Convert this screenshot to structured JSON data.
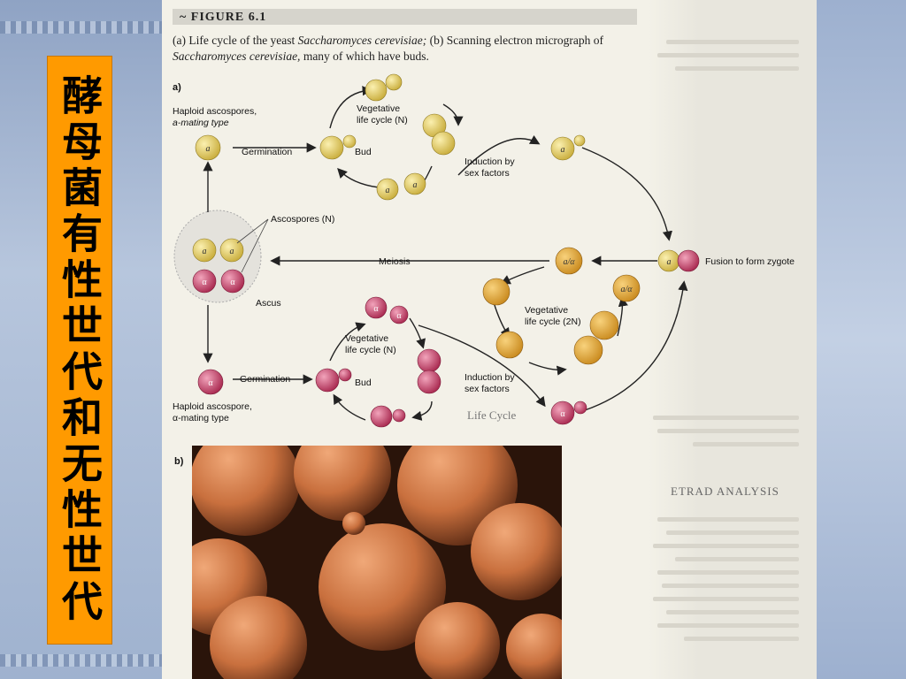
{
  "slide_title": "酵母菌有性世代和无性世代",
  "figure": {
    "label": "~ FIGURE 6.1",
    "caption_a_prefix": "(a) Life cycle of the yeast ",
    "caption_a_species": "Saccharomyces cerevisiae;",
    "caption_b_prefix": " (b) Scanning electron micrograph of ",
    "caption_b_species": "Saccharomyces cerevisiae,",
    "caption_b_suffix": " many of which have buds.",
    "part_a": "a)",
    "part_b": "b)"
  },
  "diagram": {
    "haploid_a": "Haploid ascospores,",
    "haploid_a_type": "a-mating type",
    "germination_1": "Germination",
    "bud_1": "Bud",
    "vegetative_n_1": "Vegetative",
    "vegetative_n_1b": "life cycle (N)",
    "induction_1": "Induction by",
    "induction_1b": "sex factors",
    "ascospores": "Ascospores (N)",
    "meiosis": "Meiosis",
    "ascus": "Ascus",
    "fusion": "Fusion  to form zygote",
    "vegetative_2n": "Vegetative",
    "vegetative_2nb": "life cycle (2N)",
    "vegetative_n_2": "Vegetative",
    "vegetative_n_2b": "life cycle (N)",
    "germination_2": "Germination",
    "bud_2": "Bud",
    "induction_2": "Induction by",
    "induction_2b": "sex factors",
    "haploid_alpha": "Haploid ascospore,",
    "haploid_alpha_type": "α-mating type",
    "cell_a": "a",
    "cell_alpha": "α",
    "cell_diploid": "a/α"
  },
  "page_side": {
    "heading_1": "ETRAD ANALYSIS",
    "heading_2": "Life Cycle"
  },
  "colors": {
    "title_bg": "#ff9a00",
    "yellow_cell": "#e6cf6a",
    "pink_cell": "#c9486f",
    "diploid_cell": "#e2a83a"
  }
}
